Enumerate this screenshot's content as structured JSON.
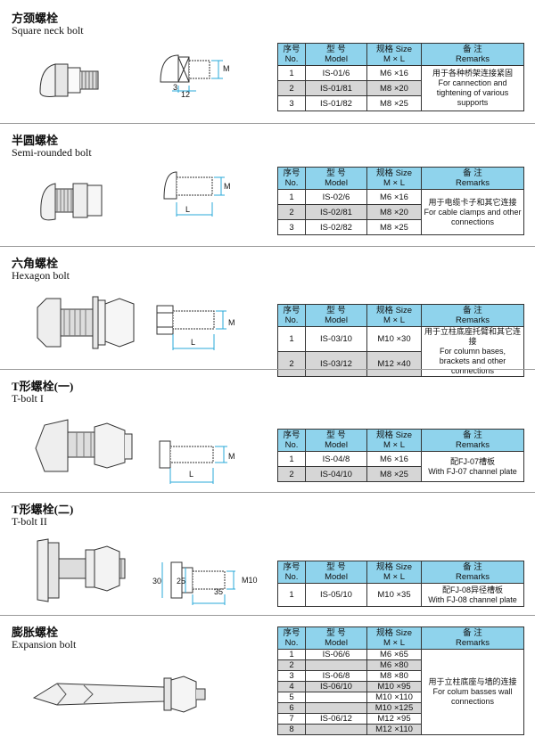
{
  "headers": {
    "no": "序号",
    "no_en": "No.",
    "model": "型 号",
    "model_en": "Model",
    "size": "规格 Size",
    "size_en": "M × L",
    "remarks": "备 注",
    "remarks_en": "Remarks"
  },
  "sections": [
    {
      "title_cn": "方颈螺栓",
      "title_en": "Square neck bolt",
      "dims": [
        "M",
        "3",
        "12"
      ],
      "rows": [
        {
          "no": "1",
          "model": "IS-01/6",
          "size": "M6 ×16"
        },
        {
          "no": "2",
          "model": "IS-01/81",
          "size": "M8 ×20"
        },
        {
          "no": "3",
          "model": "IS-01/82",
          "size": "M8 ×25"
        }
      ],
      "remark_cn": "用于各种桥架连接紧固",
      "remark_en": "For cannection and tightening of various supports"
    },
    {
      "title_cn": "半圆螺栓",
      "title_en": "Semi-rounded bolt",
      "dims": [
        "M",
        "L"
      ],
      "rows": [
        {
          "no": "1",
          "model": "IS-02/6",
          "size": "M6 ×16"
        },
        {
          "no": "2",
          "model": "IS-02/81",
          "size": "M8 ×20"
        },
        {
          "no": "3",
          "model": "IS-02/82",
          "size": "M8 ×25"
        }
      ],
      "remark_cn": "用于电缆卡子和其它连接",
      "remark_en": "For cable clamps and other connections"
    },
    {
      "title_cn": "六角螺栓",
      "title_en": "Hexagon bolt",
      "dims": [
        "M",
        "L"
      ],
      "rows": [
        {
          "no": "1",
          "model": "IS-03/10",
          "size": "M10 ×30"
        },
        {
          "no": "2",
          "model": "IS-03/12",
          "size": "M12 ×40"
        }
      ],
      "remark_cn": "用于立柱底座托臂和其它连接",
      "remark_en": "For column bases, brackets and other connections"
    },
    {
      "title_cn": "T形螺栓(一)",
      "title_en": "T-bolt I",
      "dims": [
        "M",
        "L"
      ],
      "rows": [
        {
          "no": "1",
          "model": "IS-04/8",
          "size": "M6 ×16"
        },
        {
          "no": "2",
          "model": "IS-04/10",
          "size": "M8 ×25"
        }
      ],
      "remark_cn": "配FJ-07槽板",
      "remark_en": "With FJ-07 channel plate"
    },
    {
      "title_cn": "T形螺栓(二)",
      "title_en": "T-bolt II",
      "dims": [
        "30",
        "25",
        "M10",
        "35"
      ],
      "rows": [
        {
          "no": "1",
          "model": "IS-05/10",
          "size": "M10 ×35"
        }
      ],
      "remark_cn": "配FJ-08异径槽板",
      "remark_en": "With FJ-08 channel plate"
    },
    {
      "title_cn": "膨胀螺栓",
      "title_en": "Expansion bolt",
      "rows": [
        {
          "no": "1",
          "model": "IS-06/6",
          "size": "M6 ×65"
        },
        {
          "no": "2",
          "model": "",
          "size": "M6 ×80"
        },
        {
          "no": "3",
          "model": "IS-06/8",
          "size": "M8 ×80"
        },
        {
          "no": "4",
          "model": "IS-06/10",
          "size": "M10 ×95"
        },
        {
          "no": "5",
          "model": "",
          "size": "M10 ×110"
        },
        {
          "no": "6",
          "model": "",
          "size": "M10 ×125"
        },
        {
          "no": "7",
          "model": "IS-06/12",
          "size": "M12 ×95"
        },
        {
          "no": "8",
          "model": "",
          "size": "M12 ×110"
        }
      ],
      "remark_cn": "用于立柱底座与墙的连接",
      "remark_en": "For colum basses wall connections"
    }
  ]
}
